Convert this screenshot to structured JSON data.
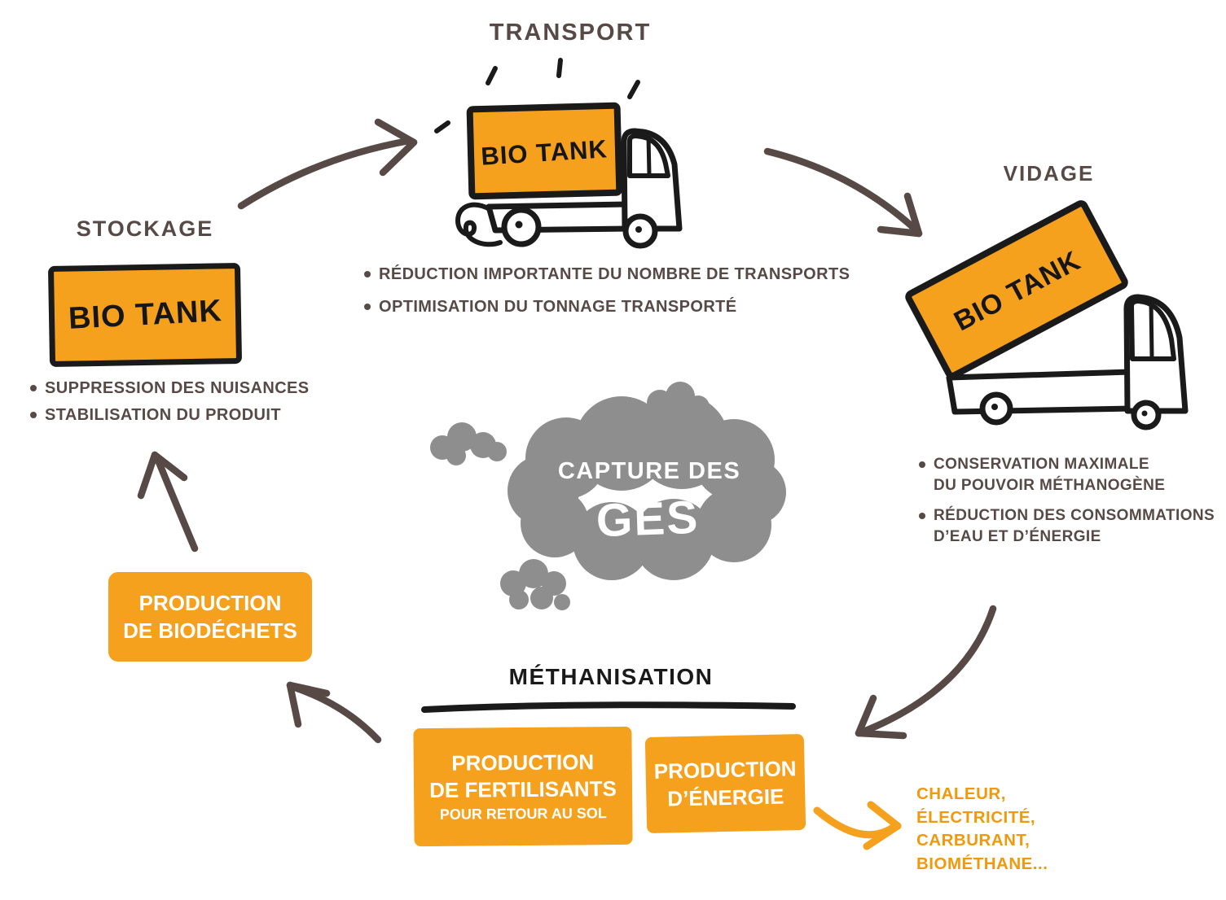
{
  "colors": {
    "orange": "#F5A11D",
    "orange_text": "#F0990D",
    "brown": "#574A46",
    "ink": "#1A1A1A",
    "cloud_gray": "#8E8E8E"
  },
  "transport": {
    "title": "TRANSPORT",
    "tank_label": "BIO TANK",
    "bullets": [
      "RÉDUCTION IMPORTANTE DU NOMBRE DE TRANSPORTS",
      "OPTIMISATION DU TONNAGE TRANSPORTÉ"
    ]
  },
  "stockage": {
    "title": "STOCKAGE",
    "tank_label": "BIO TANK",
    "bullets": [
      "SUPPRESSION DES NUISANCES",
      "STABILISATION DU PRODUIT"
    ]
  },
  "vidage": {
    "title": "VIDAGE",
    "tank_label": "BIO TANK",
    "bullets": [
      "CONSERVATION MAXIMALE\nDU POUVOIR MÉTHANOGÈNE",
      "RÉDUCTION DES CONSOMMATIONS\nD’EAU ET D’ÉNERGIE"
    ]
  },
  "ges_cloud": {
    "line1": "CAPTURE DES",
    "line2": "GES"
  },
  "biodechets": {
    "line1": "PRODUCTION",
    "line2": "DE BIODÉCHETS"
  },
  "methanisation": {
    "title": "MÉTHANISATION",
    "fertilisants": {
      "line1": "PRODUCTION",
      "line2": "DE FERTILISANTS",
      "line3": "POUR RETOUR AU SOL"
    },
    "energie": {
      "line1": "PRODUCTION",
      "line2": "D’ÉNERGIE"
    }
  },
  "energy_outputs": {
    "lines": [
      "CHALEUR,",
      "ÉLECTRICITÉ,",
      "CARBURANT,",
      "BIOMÉTHANE..."
    ]
  }
}
